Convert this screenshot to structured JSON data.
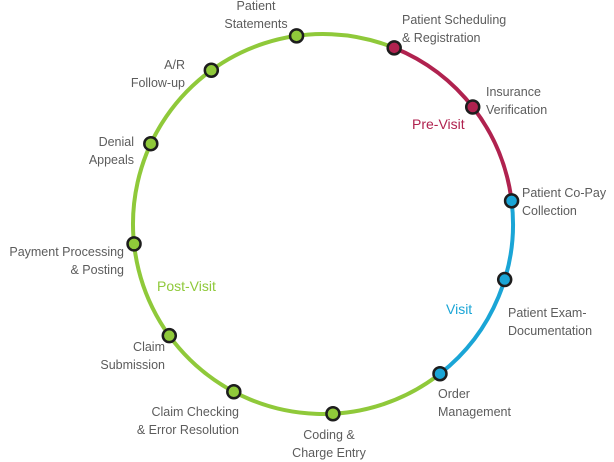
{
  "diagram": {
    "center_title": "",
    "phases": {
      "pre_visit": {
        "label": "Pre-Visit",
        "color": "#b0224f"
      },
      "visit": {
        "label": "Visit",
        "color": "#1aa5d6"
      },
      "post_visit": {
        "label": "Post-Visit",
        "color": "#8fc93a"
      }
    },
    "steps": [
      {
        "label": "Patient Scheduling\n& Registration",
        "phase": "pre_visit"
      },
      {
        "label": "Insurance\nVerification",
        "phase": "pre_visit"
      },
      {
        "label": "Patient Co-Pay\nCollection",
        "phase": "visit"
      },
      {
        "label": "Patient Exam-\nDocumentation",
        "phase": "visit"
      },
      {
        "label": "Order\nManagement",
        "phase": "visit"
      },
      {
        "label": "Coding &\nCharge Entry",
        "phase": "post_visit"
      },
      {
        "label": "Claim Checking\n& Error Resolution",
        "phase": "post_visit"
      },
      {
        "label": "Claim\nSubmission",
        "phase": "post_visit"
      },
      {
        "label": "Payment Processing\n& Posting",
        "phase": "post_visit"
      },
      {
        "label": "Denial\nAppeals",
        "phase": "post_visit"
      },
      {
        "label": "A/R\nFollow-up",
        "phase": "post_visit"
      },
      {
        "label": "Patient\nStatements",
        "phase": "post_visit"
      }
    ]
  }
}
